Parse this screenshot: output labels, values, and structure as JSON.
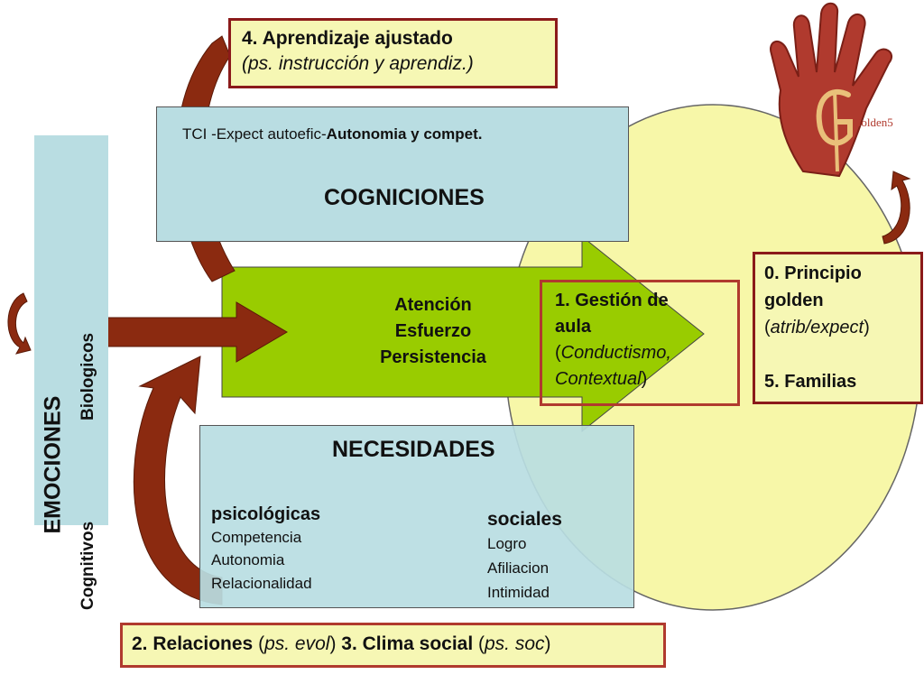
{
  "colors": {
    "circle_fill": "#f7f7a8",
    "green_arrow": "#99cc00",
    "blue_box": "#b9dde2",
    "yellow_box": "#f6f7b4",
    "border_red": "#8b1a1a",
    "brown_arrow": "#8b2a10"
  },
  "box_aprendizaje": {
    "title": "4. Aprendizaje ajustado",
    "subtitle": "(ps. instrucción y aprendiz.)"
  },
  "cogniciones": {
    "line_prefix": "TCI -Expect autoefic-",
    "line_bold": "Autonomia y compet.",
    "title": "COGNICIONES"
  },
  "emociones": {
    "title": "EMOCIONES",
    "top_label": "Biologicos",
    "bottom_label": "Cognitivos"
  },
  "center_arrow": {
    "line1": "Atención",
    "line2": "Esfuerzo",
    "line3": "Persistencia"
  },
  "gestion": {
    "line1": "1. Gestión de",
    "line2": "aula",
    "line3_open": "(",
    "line3_italic": "Conductismo,",
    "line4_italic": "Contextual",
    "line4_close": ")"
  },
  "principio": {
    "line1": "0. Principio",
    "line2": "golden",
    "line3_open": "(",
    "line3_italic": "atrib/expect",
    "line3_close": ")",
    "familias": "5. Familias"
  },
  "necesidades": {
    "title": "NECESIDADES",
    "psico_title": "psicológicas",
    "psico_items": [
      "Competencia",
      "Autonomia",
      "Relacionalidad"
    ],
    "sociales_title": "sociales",
    "sociales_items": [
      "Logro",
      "Afiliacion",
      "Intimidad"
    ]
  },
  "bottom_box": {
    "p1_bold": "2. Relaciones",
    "p1_open": " (",
    "p1_italic": "ps. evol",
    "p1_close": ") ",
    "p2_bold": "3. Clima social",
    "p2_open": " (",
    "p2_italic": "ps. soc",
    "p2_close": ")"
  },
  "logo": {
    "text": "Golden5",
    "icon": "hand-logo-icon"
  }
}
